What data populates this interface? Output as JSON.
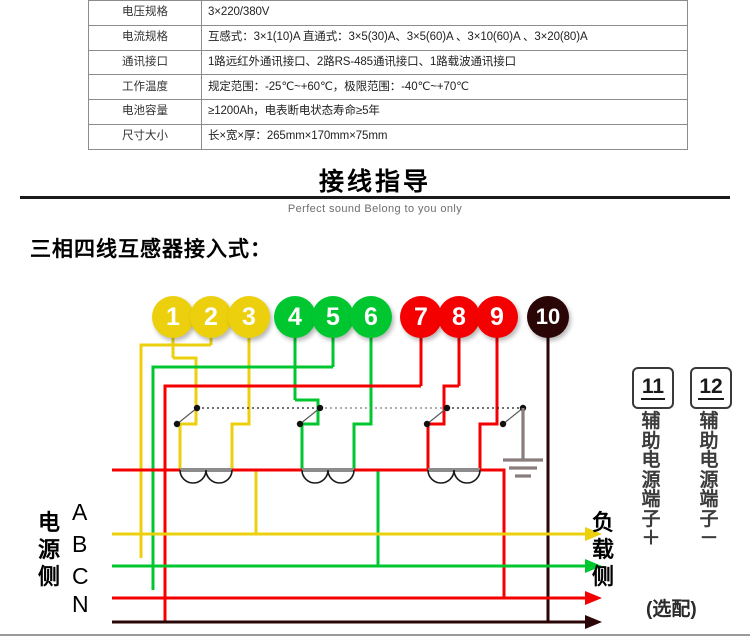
{
  "spec_table": {
    "rows": [
      {
        "key": "电压规格",
        "value": "3×220/380V"
      },
      {
        "key": "电流规格",
        "value": "互感式：3×1(10)A  直通式：3×5(30)A、3×5(60)A 、3×10(60)A 、3×20(80)A"
      },
      {
        "key": "通讯接口",
        "value": "1路远红外通讯接口、2路RS-485通讯接口、1路载波通讯接口"
      },
      {
        "key": "工作温度",
        "value": "规定范围：-25℃~+60℃，极限范围：-40℃~+70℃"
      },
      {
        "key": "电池容量",
        "value": "≥1200Ah，电表断电状态寿命≥5年"
      },
      {
        "key": "尺寸大小",
        "value": "长×宽×厚：265mm×170mm×75mm"
      }
    ]
  },
  "header": {
    "title": "接线指导",
    "subtitle": "Perfect sound Belong to you only"
  },
  "diagram": {
    "heading": "三相四线互感器接入式：",
    "terminals": [
      {
        "number": "1",
        "color": "#ecd00d"
      },
      {
        "number": "2",
        "color": "#ecd00d"
      },
      {
        "number": "3",
        "color": "#ecd00d"
      },
      {
        "number": "4",
        "color": "#00c730"
      },
      {
        "number": "5",
        "color": "#00c730"
      },
      {
        "number": "6",
        "color": "#00c730"
      },
      {
        "number": "7",
        "color": "#f50000"
      },
      {
        "number": "8",
        "color": "#f50000"
      },
      {
        "number": "9",
        "color": "#f50000"
      },
      {
        "number": "10",
        "color": "#2a0606"
      }
    ],
    "aux_terminals": [
      {
        "number": "11",
        "label": "辅助电源端子＋"
      },
      {
        "number": "12",
        "label": "辅助电源端子－"
      }
    ],
    "aux_note": "(选配)",
    "source_side_label": "电源侧",
    "load_side_label": "负载侧",
    "phases": [
      "A",
      "B",
      "C",
      "N"
    ],
    "colors": {
      "phase_a": "#ecd00d",
      "phase_b": "#00c730",
      "phase_c": "#f50000",
      "neutral": "#2a0606",
      "ground": "#8a7d7d",
      "ct_core": "#8c8c8c"
    }
  }
}
